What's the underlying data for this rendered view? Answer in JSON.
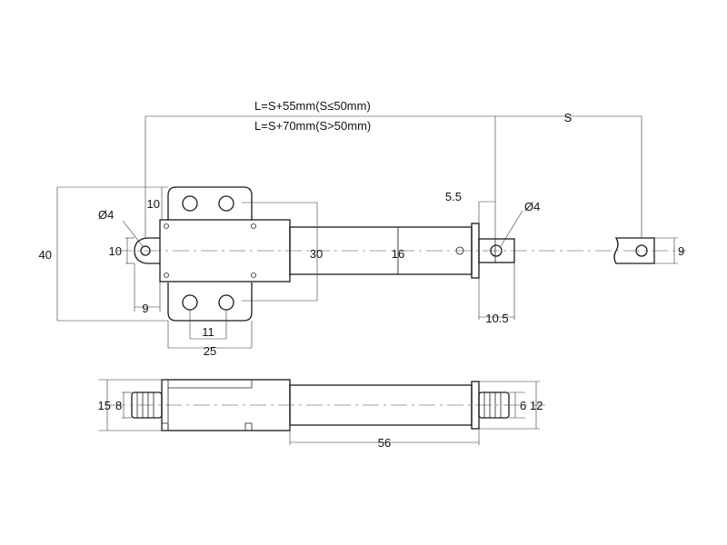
{
  "drawing": {
    "length_short": "L=S+55mm(S≤50mm)",
    "length_long": "L=S+70mm(S>50mm)",
    "stroke": "S",
    "overall_height": "40",
    "mount_hole_dia": "Ø4",
    "rod_hole_dia": "Ø4",
    "eye_width": "10",
    "eye_offset": "9",
    "tab_height": "10",
    "body_height": "30",
    "tube_dia": "16",
    "hole_spacing": "11",
    "plate_width": "25",
    "rod_end_offset": "5.5",
    "rod_tip_length": "10.5",
    "rod_end_width": "9",
    "side_height": "15",
    "side_boss": "8",
    "rod_tip_inner": "6",
    "rod_tip_outer": "12",
    "tube_length": "56"
  }
}
